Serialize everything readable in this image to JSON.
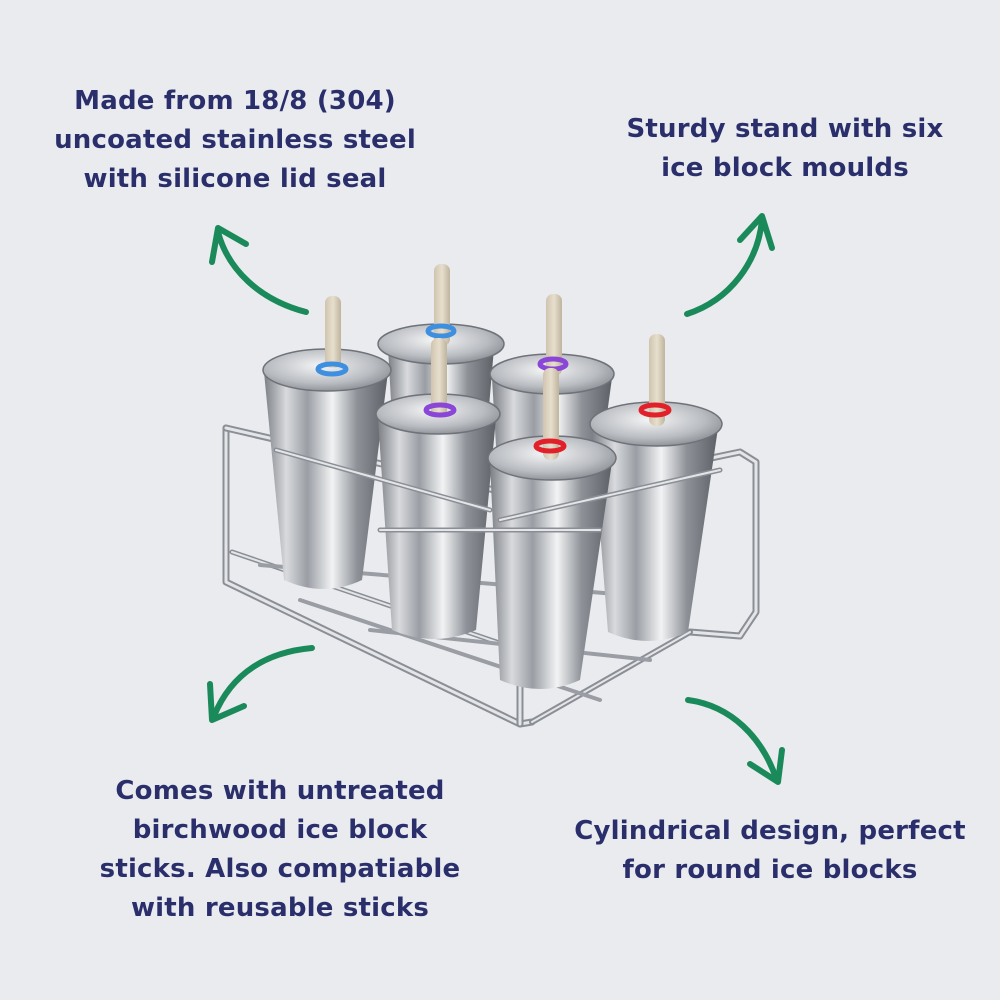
{
  "colors": {
    "background": "#e9ebef",
    "text": "#2a2f6b",
    "arrow": "#1b8a5a",
    "ring_blue": "#3f8fe0",
    "ring_purple": "#8a46d6",
    "ring_red": "#e2202a"
  },
  "callouts": {
    "top_left": [
      "Made from 18/8 (304)",
      "uncoated stainless steel",
      "with silicone lid seal"
    ],
    "top_right": [
      "Sturdy stand with six",
      "ice block moulds"
    ],
    "bottom_left": [
      "Comes with untreated",
      "birchwood ice block",
      "sticks. Also compatiable",
      "with reusable sticks"
    ],
    "bottom_right": [
      "Cylindrical design, perfect",
      "for round ice blocks"
    ]
  },
  "icons": [
    "arrow-icon"
  ],
  "moulds": [
    {
      "ring": "blue"
    },
    {
      "ring": "blue"
    },
    {
      "ring": "purple"
    },
    {
      "ring": "purple"
    },
    {
      "ring": "red"
    },
    {
      "ring": "red"
    }
  ]
}
